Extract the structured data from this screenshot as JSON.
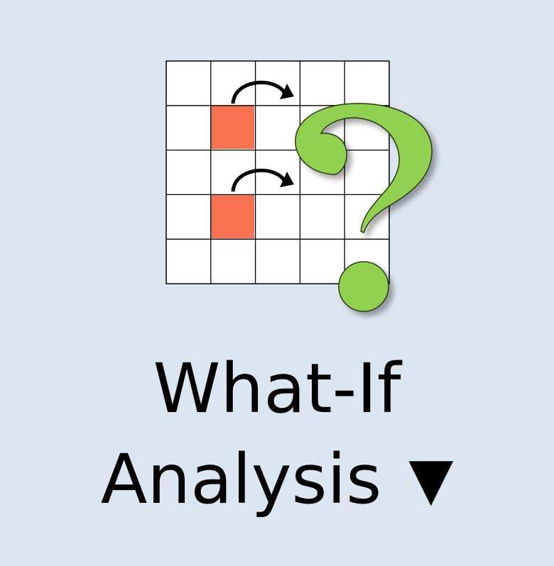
{
  "button": {
    "line1": "What-If",
    "line2": "Analysis",
    "dropdown_glyph": "▼"
  },
  "icon": {
    "name": "what-if-analysis-icon",
    "grid_rows": 5,
    "grid_cols": 5,
    "highlight_color": "#f97251",
    "question_color": "#92d050",
    "grid_line_color": "#000000",
    "background_color": "#dce6f1"
  }
}
